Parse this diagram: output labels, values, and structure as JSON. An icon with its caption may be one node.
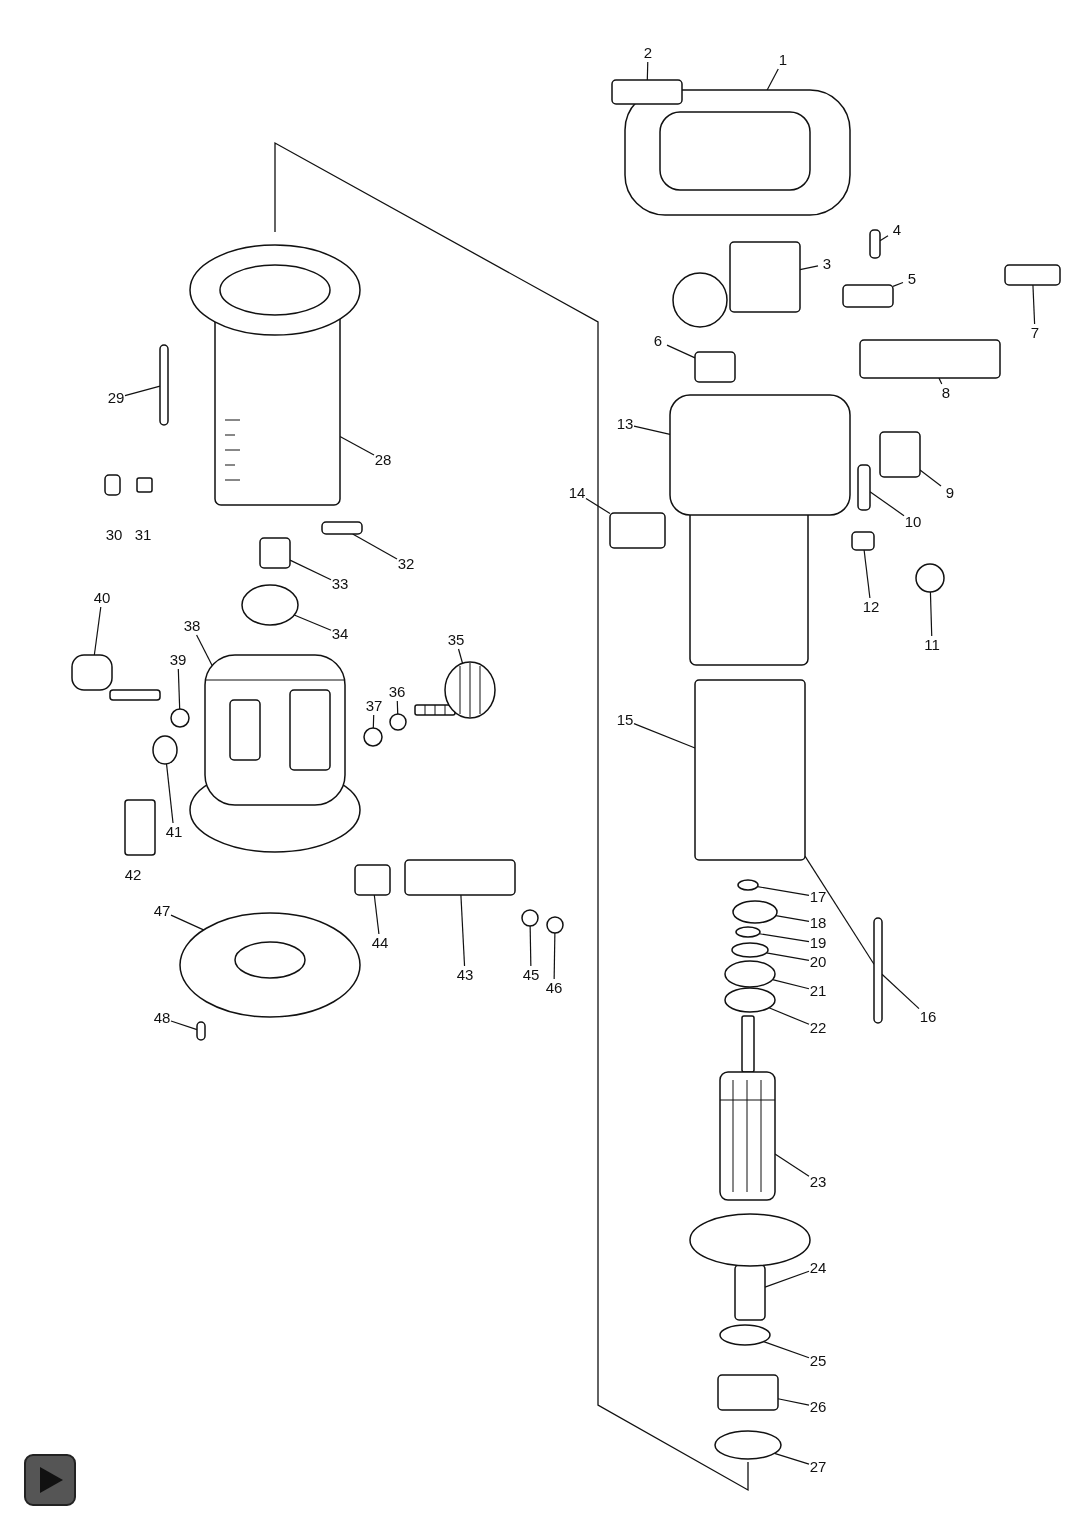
{
  "diagram": {
    "nodes": [
      {
        "text": [
          "1"
        ]
      },
      {
        "text": [
          "2"
        ]
      },
      {
        "text": [
          "3"
        ]
      },
      {
        "text": [
          "4"
        ]
      },
      {
        "text": [
          "5"
        ]
      },
      {
        "text": [
          "6"
        ]
      },
      {
        "text": [
          "7"
        ]
      },
      {
        "text": [
          "8"
        ]
      },
      {
        "text": [
          "9"
        ]
      },
      {
        "text": [
          "10"
        ]
      },
      {
        "text": [
          "11"
        ]
      },
      {
        "text": [
          "12"
        ]
      },
      {
        "text": [
          "13"
        ]
      },
      {
        "text": [
          "14"
        ]
      },
      {
        "text": [
          "15"
        ]
      },
      {
        "text": [
          "16"
        ]
      },
      {
        "text": [
          "17"
        ]
      },
      {
        "text": [
          "18"
        ]
      },
      {
        "text": [
          "19"
        ]
      },
      {
        "text": [
          "20"
        ]
      },
      {
        "text": [
          "21"
        ]
      },
      {
        "text": [
          "22"
        ]
      },
      {
        "text": [
          "23"
        ]
      },
      {
        "text": [
          "24"
        ]
      },
      {
        "text": [
          "25"
        ]
      },
      {
        "text": [
          "26"
        ]
      },
      {
        "text": [
          "27"
        ]
      },
      {
        "text": [
          "28"
        ]
      },
      {
        "text": [
          "29"
        ]
      },
      {
        "text": [
          "32"
        ]
      },
      {
        "text": [
          "33"
        ]
      },
      {
        "text": [
          "34"
        ]
      },
      {
        "text": [
          "35"
        ]
      },
      {
        "text": [
          "36"
        ]
      },
      {
        "text": [
          "37"
        ]
      },
      {
        "text": [
          "38"
        ]
      },
      {
        "text": [
          "39"
        ]
      },
      {
        "text": [
          "40"
        ]
      },
      {
        "text": [
          "41"
        ]
      },
      {
        "text": [
          "43"
        ]
      },
      {
        "text": [
          "44"
        ]
      },
      {
        "text": [
          "45"
        ]
      },
      {
        "text": [
          "46"
        ]
      },
      {
        "text": [
          "47"
        ]
      },
      {
        "text": [
          "48"
        ]
      },
      {
        "text": [],
        "shape": "picture"
      },
      {
        "text": [],
        "shape": "box"
      },
      {
        "text": [],
        "shape": "box"
      },
      {
        "text": [],
        "shape": "box"
      },
      {
        "text": [],
        "shape": "box"
      },
      {
        "text": [],
        "shape": "box"
      },
      {
        "text": [],
        "shape": "box"
      },
      {
        "text": [],
        "shape": "box"
      },
      {
        "text": [],
        "shape": "box"
      },
      {
        "text": [],
        "shape": "box"
      },
      {
        "text": [],
        "shape": "circle"
      },
      {
        "text": [],
        "shape": "box"
      },
      {
        "text": [],
        "shape": "picture"
      },
      {
        "text": [],
        "shape": "box"
      },
      {
        "text": [],
        "shape": "box"
      },
      {
        "text": [],
        "shape": "box"
      },
      {
        "text": [],
        "shape": "circle"
      },
      {
        "text": [],
        "shape": "circle"
      },
      {
        "text": [],
        "shape": "circle"
      },
      {
        "text": [],
        "shape": "circle"
      },
      {
        "text": [],
        "shape": "circle"
      },
      {
        "text": [],
        "shape": "circle"
      },
      {
        "text": [],
        "shape": "picture"
      },
      {
        "text": [],
        "shape": "picture"
      },
      {
        "text": [],
        "shape": "circle"
      },
      {
        "text": [],
        "shape": "box"
      },
      {
        "text": [],
        "shape": "circle"
      },
      {
        "text": [],
        "shape": "picture"
      },
      {
        "text": [],
        "shape": "box"
      },
      {
        "text": [],
        "shape": "box"
      },
      {
        "text": [],
        "shape": "box"
      },
      {
        "text": [],
        "shape": "circle"
      },
      {
        "text": [],
        "shape": "picture"
      },
      {
        "text": [],
        "shape": "circle"
      },
      {
        "text": [],
        "shape": "circle"
      },
      {
        "text": [],
        "shape": "picture"
      },
      {
        "text": [],
        "shape": "circle"
      },
      {
        "text": [],
        "shape": "picture"
      },
      {
        "text": [],
        "shape": "circle"
      },
      {
        "text": [],
        "shape": "box"
      },
      {
        "text": [],
        "shape": "box"
      },
      {
        "text": [],
        "shape": "circle"
      },
      {
        "text": [],
        "shape": "circle"
      },
      {
        "text": [],
        "shape": "picture"
      },
      {
        "text": [],
        "shape": "box"
      }
    ],
    "edges": [
      {
        "from": 0,
        "to": 45,
        "arrow": "none"
      },
      {
        "from": 1,
        "to": 46,
        "arrow": "none"
      },
      {
        "from": 2,
        "to": 47,
        "arrow": "none"
      },
      {
        "from": 3,
        "to": 48,
        "arrow": "none"
      },
      {
        "from": 4,
        "to": 49,
        "arrow": "none"
      },
      {
        "from": 5,
        "to": 50,
        "arrow": "none"
      },
      {
        "from": 6,
        "to": 51,
        "arrow": "none"
      },
      {
        "from": 7,
        "to": 52,
        "arrow": "none"
      },
      {
        "from": 8,
        "to": 53,
        "arrow": "none"
      },
      {
        "from": 9,
        "to": 54,
        "arrow": "none"
      },
      {
        "from": 10,
        "to": 55,
        "arrow": "none"
      },
      {
        "from": 11,
        "to": 56,
        "arrow": "none"
      },
      {
        "from": 12,
        "to": 57,
        "arrow": "none"
      },
      {
        "from": 13,
        "to": 58,
        "arrow": "none"
      },
      {
        "from": 14,
        "to": 59,
        "arrow": "none"
      },
      {
        "from": 15,
        "to": 60,
        "arrow": "none"
      },
      {
        "from": 16,
        "to": 61,
        "arrow": "none"
      },
      {
        "from": 17,
        "to": 62,
        "arrow": "none"
      },
      {
        "from": 18,
        "to": 63,
        "arrow": "none"
      },
      {
        "from": 19,
        "to": 64,
        "arrow": "none"
      },
      {
        "from": 20,
        "to": 65,
        "arrow": "none"
      },
      {
        "from": 21,
        "to": 66,
        "arrow": "none"
      },
      {
        "from": 22,
        "to": 67,
        "arrow": "none"
      },
      {
        "from": 23,
        "to": 68,
        "arrow": "none"
      },
      {
        "from": 24,
        "to": 69,
        "arrow": "none"
      },
      {
        "from": 25,
        "to": 70,
        "arrow": "none"
      },
      {
        "from": 26,
        "to": 71,
        "arrow": "none"
      },
      {
        "from": 27,
        "to": 72,
        "arrow": "none"
      },
      {
        "from": 28,
        "to": 73,
        "arrow": "none"
      },
      {
        "from": 29,
        "to": 74,
        "arrow": "none"
      },
      {
        "from": 30,
        "to": 75,
        "arrow": "none"
      },
      {
        "from": 31,
        "to": 76,
        "arrow": "none"
      },
      {
        "from": 32,
        "to": 77,
        "arrow": "none"
      },
      {
        "from": 33,
        "to": 78,
        "arrow": "none"
      },
      {
        "from": 34,
        "to": 79,
        "arrow": "none"
      },
      {
        "from": 35,
        "to": 80,
        "arrow": "none"
      },
      {
        "from": 36,
        "to": 81,
        "arrow": "none"
      },
      {
        "from": 37,
        "to": 82,
        "arrow": "none"
      },
      {
        "from": 38,
        "to": 83,
        "arrow": "none"
      },
      {
        "from": 39,
        "to": 84,
        "arrow": "none"
      },
      {
        "from": 40,
        "to": 85,
        "arrow": "none"
      },
      {
        "from": 41,
        "to": 86,
        "arrow": "none"
      },
      {
        "from": 42,
        "to": 87,
        "arrow": "none"
      },
      {
        "from": 43,
        "to": 88,
        "arrow": "none"
      },
      {
        "from": 44,
        "to": 89,
        "arrow": "none"
      },
      {
        "from": 59,
        "to": 60,
        "arrow": "none"
      }
    ],
    "labels": [
      "30",
      "31",
      "42"
    ]
  }
}
